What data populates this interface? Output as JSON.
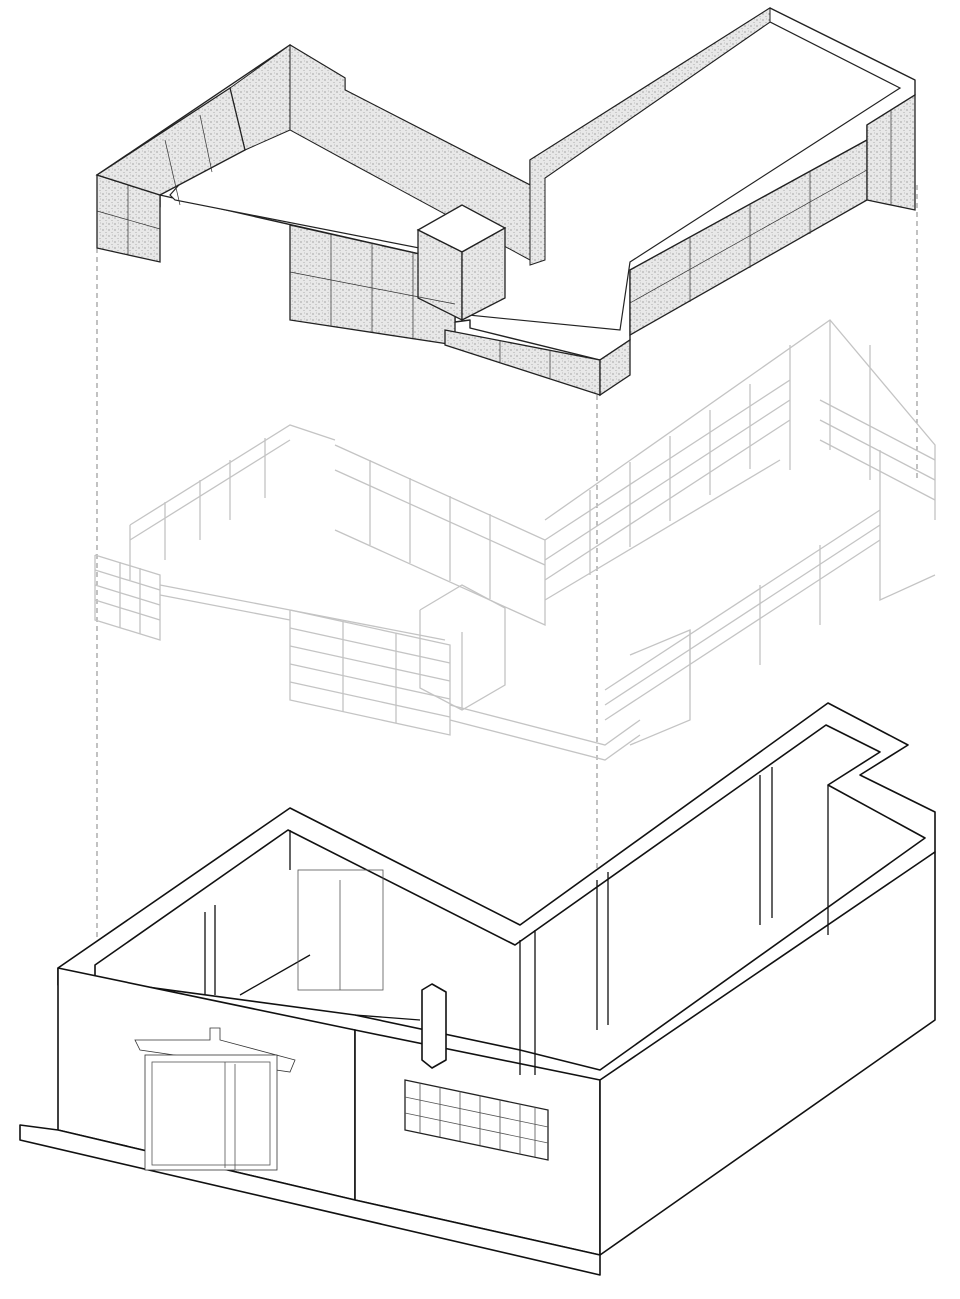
{
  "drawing": {
    "type": "exploded axonometric",
    "layers": [
      "cork-panel-wall-lining",
      "shelving-system",
      "existing-building-shell"
    ],
    "colors": {
      "line": "#111111",
      "panel_fill": "#e4e4e4",
      "shelving_line": "#c4c4c4",
      "background": "#ffffff"
    }
  }
}
